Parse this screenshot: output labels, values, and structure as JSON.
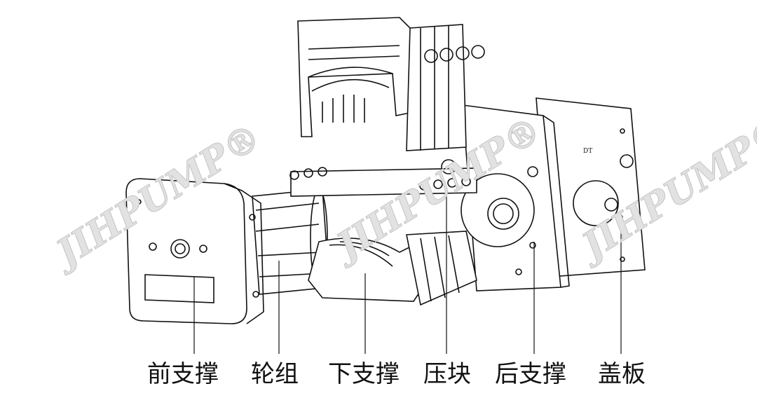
{
  "watermark": "JIHPUMP®",
  "plate_mark": "DT",
  "labels": {
    "front_support": "前支撑",
    "roller_group": "轮组",
    "lower_support": "下支撑",
    "pressure_block": "压块",
    "rear_support": "后支撑",
    "cover_plate": "盖板"
  }
}
